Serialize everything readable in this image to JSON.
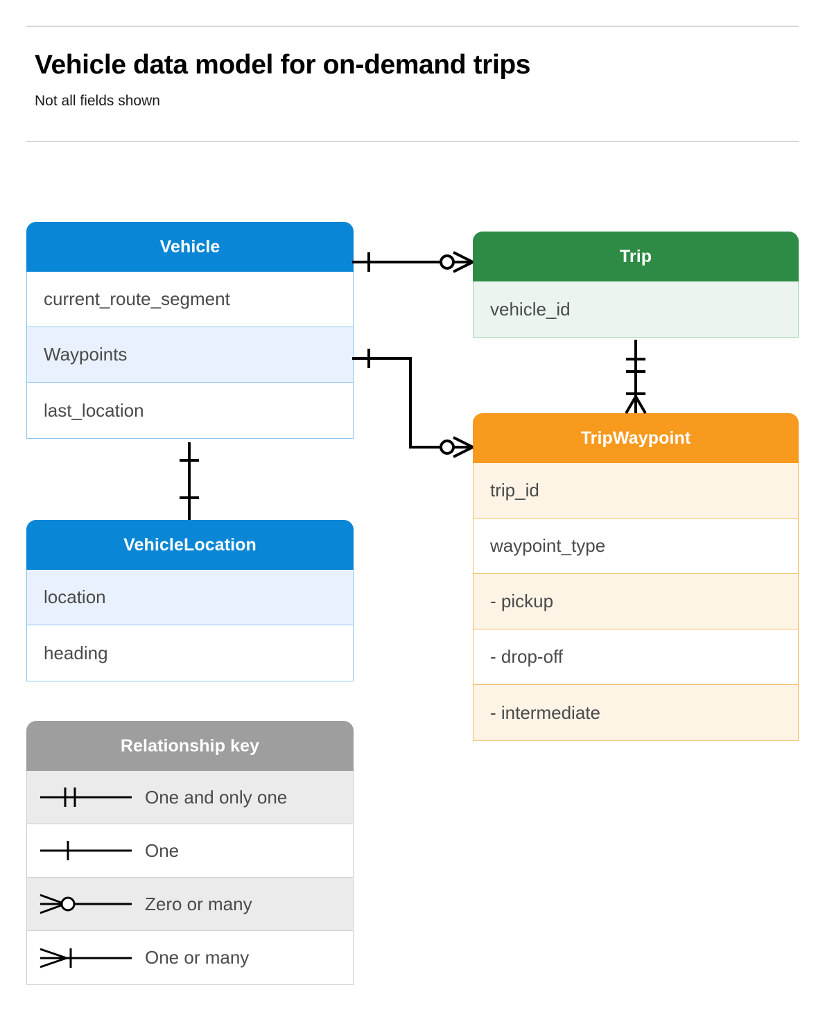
{
  "header": {
    "title": "Vehicle data model for on-demand trips",
    "subtitle": "Not all fields shown"
  },
  "colors": {
    "blue": "#0a86d6",
    "blue_row_highlight": "#e8f1fd",
    "blue_border": "#8fc6ef",
    "green": "#2e8b45",
    "green_row_highlight": "#ebf4ee",
    "green_border": "#a9d5b5",
    "orange": "#f79a1e",
    "orange_row_highlight": "#fdf4e6",
    "orange_border": "#f5bd62",
    "gray": "#9e9e9e",
    "gray_row_highlight": "#ebebeb",
    "text": "#4a4a4a",
    "rule": "#d8d8d8",
    "connector": "#000000"
  },
  "entities": [
    {
      "id": "vehicle",
      "name": "Vehicle",
      "theme": "blue",
      "fields": [
        {
          "label": "current_route_segment",
          "highlight": false
        },
        {
          "label": "Waypoints",
          "highlight": true
        },
        {
          "label": "last_location",
          "highlight": false
        }
      ]
    },
    {
      "id": "trip",
      "name": "Trip",
      "theme": "green",
      "fields": [
        {
          "label": "vehicle_id",
          "highlight": true
        }
      ]
    },
    {
      "id": "tripwaypoint",
      "name": "TripWaypoint",
      "theme": "orange",
      "fields": [
        {
          "label": "trip_id",
          "highlight": true
        },
        {
          "label": "waypoint_type",
          "highlight": false
        },
        {
          "label": " -  pickup",
          "highlight": true
        },
        {
          "label": " -  drop-off",
          "highlight": false
        },
        {
          "label": " -  intermediate",
          "highlight": true
        }
      ]
    },
    {
      "id": "vehiclelocation",
      "name": "VehicleLocation",
      "theme": "blue",
      "fields": [
        {
          "label": "location",
          "highlight": true
        },
        {
          "label": "heading",
          "highlight": false
        }
      ]
    }
  ],
  "legend": {
    "title": "Relationship key",
    "items": [
      {
        "symbol": "one-and-only-one-icon",
        "label": "One and only one",
        "highlight": true
      },
      {
        "symbol": "one-icon",
        "label": "One",
        "highlight": false
      },
      {
        "symbol": "zero-or-many-icon",
        "label": "Zero or many",
        "highlight": true
      },
      {
        "symbol": "one-or-many-icon",
        "label": "One or many",
        "highlight": false
      }
    ]
  },
  "relationships": [
    {
      "from": "Vehicle",
      "from_cardinality": "One",
      "to": "Trip",
      "to_cardinality": "Zero or many"
    },
    {
      "from": "Waypoints",
      "from_cardinality": "One",
      "to": "TripWaypoint",
      "to_cardinality": "Zero or many"
    },
    {
      "from": "Trip",
      "from_cardinality": "One and only one",
      "to": "TripWaypoint",
      "to_cardinality": "One or many"
    },
    {
      "from": "Vehicle",
      "from_cardinality": "One",
      "to": "VehicleLocation",
      "to_cardinality": "One"
    }
  ]
}
